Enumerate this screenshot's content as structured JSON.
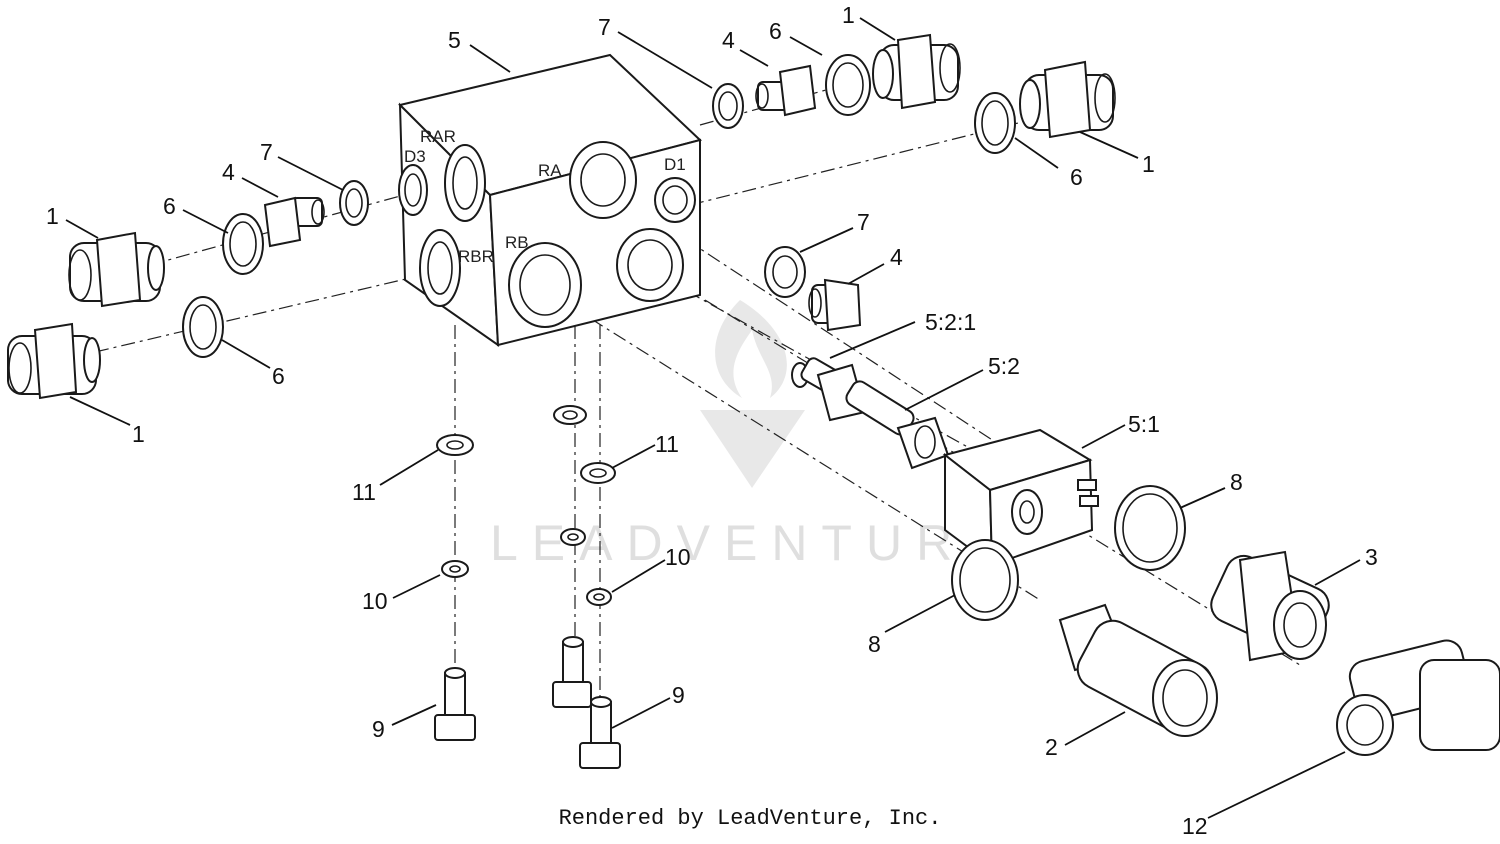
{
  "diagram": {
    "manifold_ports": {
      "rar": "RAR",
      "d3": "D3",
      "ra": "RA",
      "d1": "D1",
      "rb": "RB",
      "rbr": "RBR"
    },
    "callouts": {
      "c5": "5",
      "c7_top": "7",
      "c4_top": "4",
      "c6_top": "6",
      "c1_top": "1",
      "c1_right": "1",
      "c6_right": "6",
      "c7_left": "7",
      "c4_left": "4",
      "c6_left": "6",
      "c1_left": "1",
      "c6_lower_left": "6",
      "c1_lower_left": "1",
      "c7_mid": "7",
      "c4_mid": "4",
      "c5_2_1": "5:2:1",
      "c5_2": "5:2",
      "c5_1": "5:1",
      "c11_left": "11",
      "c11_right": "11",
      "c10_left": "10",
      "c10_right": "10",
      "c8_right": "8",
      "c8_left": "8",
      "c3": "3",
      "c9_left": "9",
      "c9_right": "9",
      "c2": "2",
      "c12": "12"
    },
    "watermark_text": "LEADVENTURE"
  },
  "footer": {
    "rendered_by": "Rendered by LeadVenture, Inc."
  }
}
